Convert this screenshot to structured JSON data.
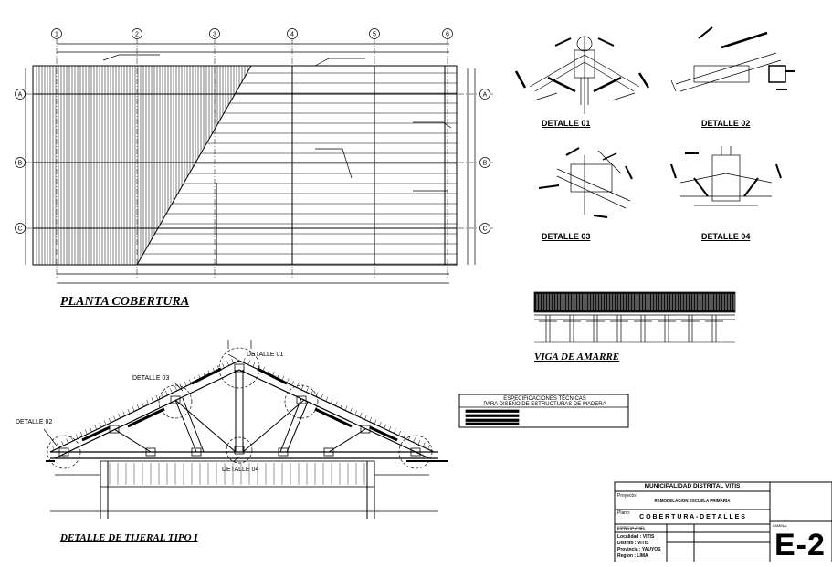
{
  "grid": {
    "columns": [
      "1",
      "2",
      "3",
      "4",
      "5",
      "6"
    ],
    "rows": [
      "A",
      "B",
      "C"
    ]
  },
  "captions": {
    "plan": "PLANTA COBERTURA",
    "truss": "DETALLE DE TIJERAL TIPO I",
    "beam": "VIGA DE AMARRE"
  },
  "details": {
    "d1": "DETALLE 01",
    "d2": "DETALLE 02",
    "d3": "DETALLE 03",
    "d4": "DETALLE 04"
  },
  "truss_labels": {
    "d1": "DETALLE 01",
    "d2": "DETALLE 02",
    "d3": "DETALLE 03",
    "d4": "DETALLE 04"
  },
  "specs": {
    "line1": "ESPECIFICACIONES TÉCNICAS",
    "line2": "PARA DISEÑO DE ESTRUCTURAS DE MADERA"
  },
  "title_block": {
    "entity": "MUNICIPALIDAD DISTRITAL VITIS",
    "project_label": "Proyecto:",
    "project": "REMODELACION ESCUELA PRIMARIA",
    "plan_label": "Plano:",
    "plan": "C O B E R T U R A  -  D E T A L L E S",
    "specialty_label": "ESPECIALIDAD:",
    "specialty": "ESTRUCTURA",
    "location_lines": [
      "Localidad : VITIS",
      "Distrito    : VITIS",
      "Provincia  : YAUYOS",
      "Region     : LIMA"
    ],
    "sheet_label": "LAMINA:",
    "sheet": "E-2"
  },
  "colors": {
    "ink": "#000000",
    "paper": "#ffffff"
  }
}
